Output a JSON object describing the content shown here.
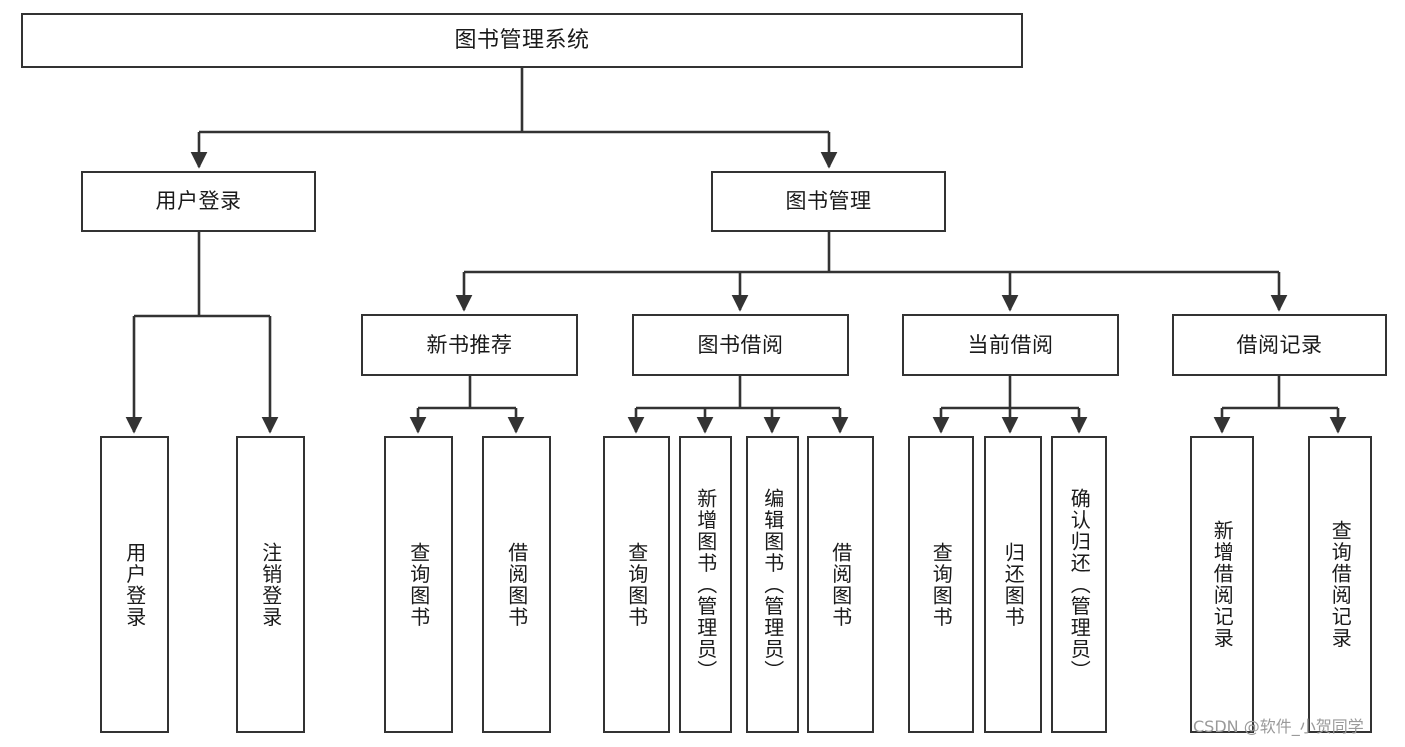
{
  "diagram": {
    "title": "图书管理系统",
    "watermark": "CSDN @软件_小贺同学",
    "stroke_color": "#333333",
    "background_color": "#ffffff",
    "text_color": "#1a1a1a"
  },
  "nodes": {
    "root": {
      "label": "图书管理系统"
    },
    "level2": [
      {
        "label": "用户登录"
      },
      {
        "label": "图书管理"
      }
    ],
    "level3": [
      {
        "label": "新书推荐"
      },
      {
        "label": "图书借阅"
      },
      {
        "label": "当前借阅"
      },
      {
        "label": "借阅记录"
      }
    ],
    "leaves": {
      "user_login": [
        {
          "label": "用户登录"
        },
        {
          "label": "注销登录"
        }
      ],
      "new_book_recommend": [
        {
          "label": "查询图书"
        },
        {
          "label": "借阅图书"
        }
      ],
      "book_borrow": [
        {
          "label": "查询图书"
        },
        {
          "label": "新增图书（管理员）"
        },
        {
          "label": "编辑图书（管理员）"
        },
        {
          "label": "借阅图书"
        }
      ],
      "current_borrow": [
        {
          "label": "查询图书"
        },
        {
          "label": "归还图书"
        },
        {
          "label": "确认归还（管理员）"
        }
      ],
      "borrow_record": [
        {
          "label": "新增借阅记录"
        },
        {
          "label": "查询借阅记录"
        }
      ]
    }
  }
}
